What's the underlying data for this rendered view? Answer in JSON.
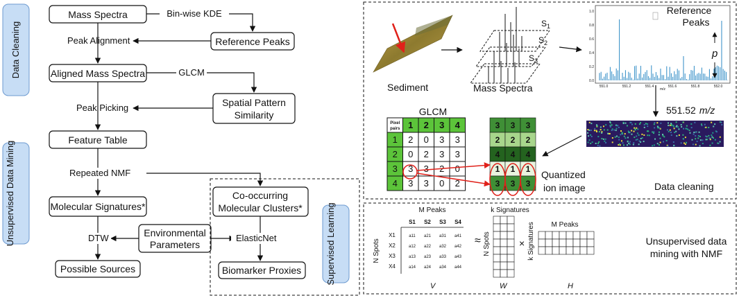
{
  "flowchart": {
    "side_labels": {
      "cleaning": "Data Cleaning",
      "mining": "Unsupervised Data Mining",
      "supervised": "Supervised Learning"
    },
    "boxes": {
      "mass_spectra": "Mass Spectra",
      "reference_peaks": "Reference Peaks",
      "aligned": "Aligned Mass Spectra",
      "spatial_1": "Spatial Pattern",
      "spatial_2": "Similarity",
      "feature_table": "Feature Table",
      "mol_signatures": "Molecular Signatures*",
      "cooc_1": "Co-occurring",
      "cooc_2": "Molecular Clusters*",
      "env_1": "Environmental",
      "env_2": "Parameters",
      "sources": "Possible Sources",
      "biomarker": "Biomarker Proxies"
    },
    "edge_labels": {
      "kde": "Bin-wise KDE",
      "alignment": "Peak Alignment",
      "glcm": "GLCM",
      "picking": "Peak Picking",
      "nmf": "Repeated NMF",
      "dtw": "DTW",
      "elasticnet": "ElasticNet"
    }
  },
  "top_panel": {
    "sediment": "Sediment",
    "mass_spectra": "Mass Spectra",
    "s1": "S",
    "s1_sub": "1",
    "s2": "S",
    "s2_sub": "2",
    "s3": "S",
    "s3_sub": "3",
    "ref_peaks_1": "Reference",
    "ref_peaks_2": "Peaks",
    "p_label": "p",
    "mz_value": "551.52",
    "mz_unit": "m/z",
    "spectrum_xticks": [
      "551.0",
      "551.2",
      "551.4",
      "551.6",
      "551.8",
      "552.0"
    ],
    "spectrum_yticks": [
      "0.0",
      "0.2",
      "0.4",
      "0.6",
      "0.8",
      "1.0"
    ],
    "spectrum_xlabel": "m/z",
    "glcm_title": "GLCM",
    "pixel_pairs_1": "Pixel",
    "pixel_pairs_2": "pairs",
    "glcm_header": [
      "1",
      "2",
      "3",
      "4"
    ],
    "glcm_rows": [
      {
        "label": "1",
        "cells": [
          "2",
          "0",
          "3",
          "3"
        ]
      },
      {
        "label": "2",
        "cells": [
          "0",
          "2",
          "3",
          "3"
        ]
      },
      {
        "label": "3",
        "cells": [
          "3",
          "3",
          "2",
          "0"
        ]
      },
      {
        "label": "4",
        "cells": [
          "3",
          "3",
          "0",
          "2"
        ]
      }
    ],
    "quantized_grid": [
      [
        "3",
        "3",
        "3"
      ],
      [
        "2",
        "2",
        "2"
      ],
      [
        "4",
        "4",
        "4"
      ],
      [
        "1",
        "1",
        "1"
      ],
      [
        "3",
        "3",
        "3"
      ]
    ],
    "quantized_1": "Quantized",
    "quantized_2": "ion image",
    "data_cleaning": "Data cleaning"
  },
  "bottom_panel": {
    "m_peaks": "M Peaks",
    "cols": [
      "S1",
      "S2",
      "S3",
      "S4"
    ],
    "rows": [
      "X1",
      "X2",
      "X3",
      "X4"
    ],
    "cells": [
      [
        "a11",
        "a21",
        "a31",
        "a41"
      ],
      [
        "a12",
        "a22",
        "a32",
        "a42"
      ],
      [
        "a13",
        "a23",
        "a33",
        "a43"
      ],
      [
        "a14",
        "a24",
        "a34",
        "a44"
      ]
    ],
    "n_spots": "N Spots",
    "approx": "≈",
    "k_signatures": "k Signatures",
    "times": "×",
    "m_peaks_h": "M Peaks",
    "v": "V",
    "w": "W",
    "h": "H",
    "caption_1": "Unsupervised data",
    "caption_2": "mining with NMF"
  },
  "colors": {
    "side_label_bg": "#c7ddf5",
    "side_label_border": "#6d9ad0",
    "glcm_green": "#5cc43a",
    "red": "#e0211a",
    "spectrum_blue": "#2d8ac4"
  }
}
